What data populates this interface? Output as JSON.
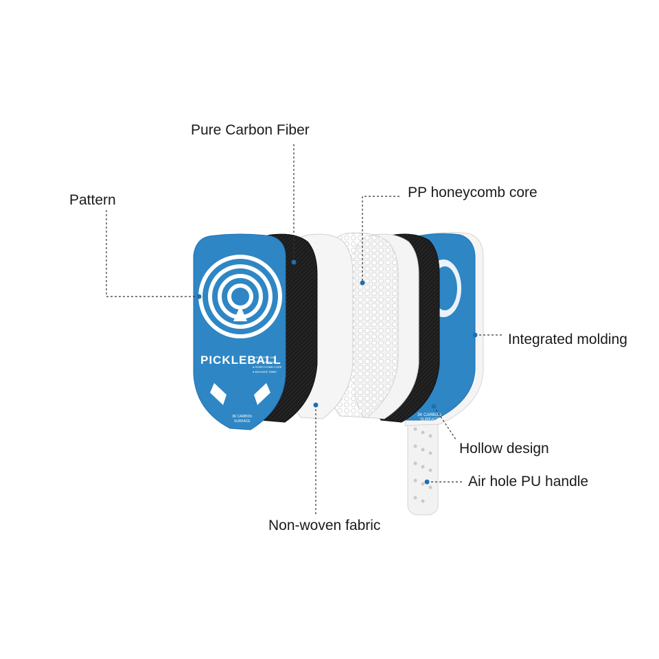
{
  "labels": {
    "pattern": "Pattern",
    "carbon": "Pure Carbon Fiber",
    "honeycomb": "PP honeycomb core",
    "integrated": "Integrated molding",
    "hollow": "Hollow design",
    "handle": "Air hole PU handle",
    "fabric": "Non-woven fabric"
  },
  "paddle_face": {
    "brand": "PICKLEBALL",
    "spec_lines": [
      "● HIGH GRIT MAX",
      "● PRO CONTROL",
      "● HONEYCOMB CORE",
      "● BALANCE 16MM"
    ],
    "surface_line1": "3K CARBON",
    "surface_line2": "SURFACE"
  },
  "back_paddle_face": {
    "surface_line1": "3K CARBON",
    "surface_line2": "SURFACE"
  },
  "colors": {
    "blue": "#2f86c4",
    "blue_dark": "#1f6fae",
    "carbon": "#1c1c1c",
    "fabric": "#f4f4f4",
    "honeycomb": "#ededed",
    "leader": "#333333",
    "dot": "#1f6fae"
  }
}
